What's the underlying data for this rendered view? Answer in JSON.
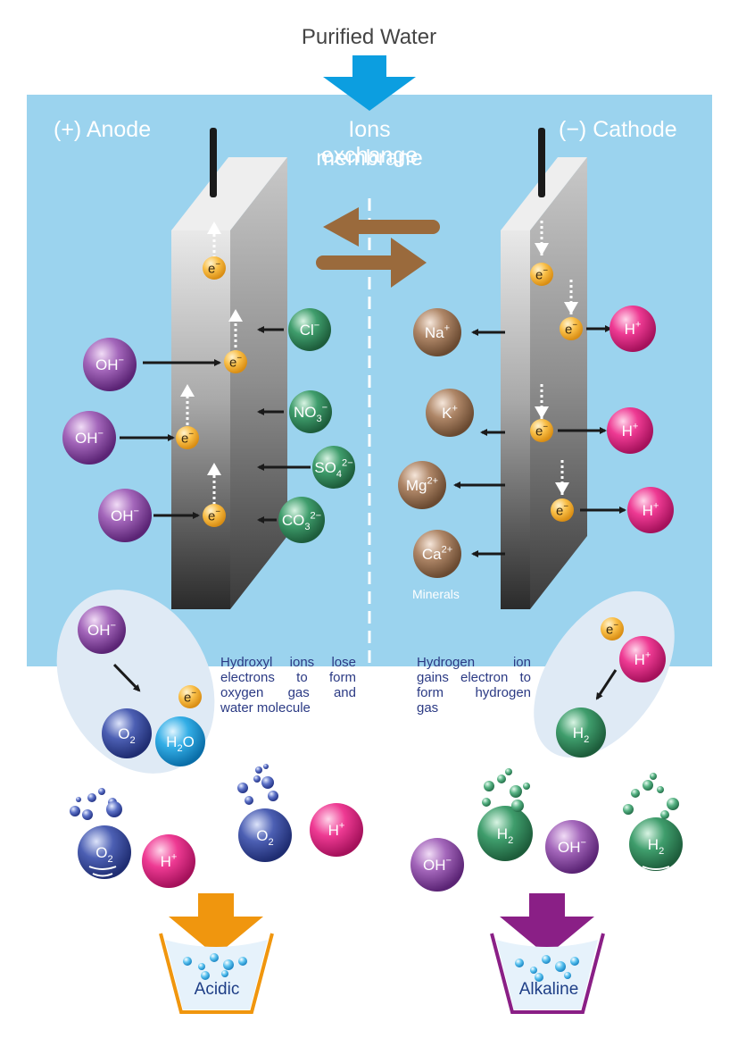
{
  "title": "Purified Water",
  "labels": {
    "anode": "(+) Anode",
    "membrane_line1": "Ions exchange",
    "membrane_line2": "membrane",
    "cathode": "(−) Cathode",
    "minerals": "Minerals"
  },
  "descriptions": {
    "anode_line1": "Hydroxyl ions lose",
    "anode_line2": "electrons to form",
    "anode_line3": "oxygen gas and",
    "anode_line4": "water molecule",
    "cathode_line1": "Hydrogen ion",
    "cathode_line2": "gains electron to",
    "cathode_line3": "form hydrogen",
    "cathode_line4": "gas"
  },
  "outputs": {
    "acidic": "Acidic",
    "alkaline": "Alkaline"
  },
  "ions": {
    "cl": {
      "base": "Cl",
      "sup": "−"
    },
    "no3": {
      "base": "NO",
      "sup": "−",
      "sub": "3"
    },
    "so4": {
      "base": "SO",
      "sub": "4",
      "sup": "2−"
    },
    "co3": {
      "base": "CO",
      "sub": "3",
      "sup": "2−"
    },
    "oh": {
      "base": "OH",
      "sup": "−"
    },
    "e": {
      "base": "e",
      "sup": "−"
    },
    "h": {
      "base": "H",
      "sup": "+"
    },
    "na": {
      "base": "Na",
      "sup": "+"
    },
    "k": {
      "base": "K",
      "sup": "+"
    },
    "mg": {
      "base": "Mg",
      "sup": "2+"
    },
    "ca": {
      "base": "Ca",
      "sup": "2+"
    },
    "o2": {
      "base": "O",
      "sub": "2"
    },
    "h2": {
      "base": "H",
      "sub": "2"
    },
    "h2o": {
      "base": "H",
      "sub": "2",
      "tail": "O"
    }
  },
  "colors": {
    "tank": "#9bd3ee",
    "arrow_in": "#0c9ee0",
    "membrane_arrow": "#9a6a3c",
    "acidic_arrow": "#f0960e",
    "alkaline_arrow": "#8a1f86",
    "oh": "#8a4aa0",
    "electron": "#f7b53b",
    "h_plus": "#e0257f",
    "anion": "#2d8a5a",
    "cation": "#9a7154",
    "oxygen": "#3b4ea0",
    "water": "#2ea7e0"
  }
}
